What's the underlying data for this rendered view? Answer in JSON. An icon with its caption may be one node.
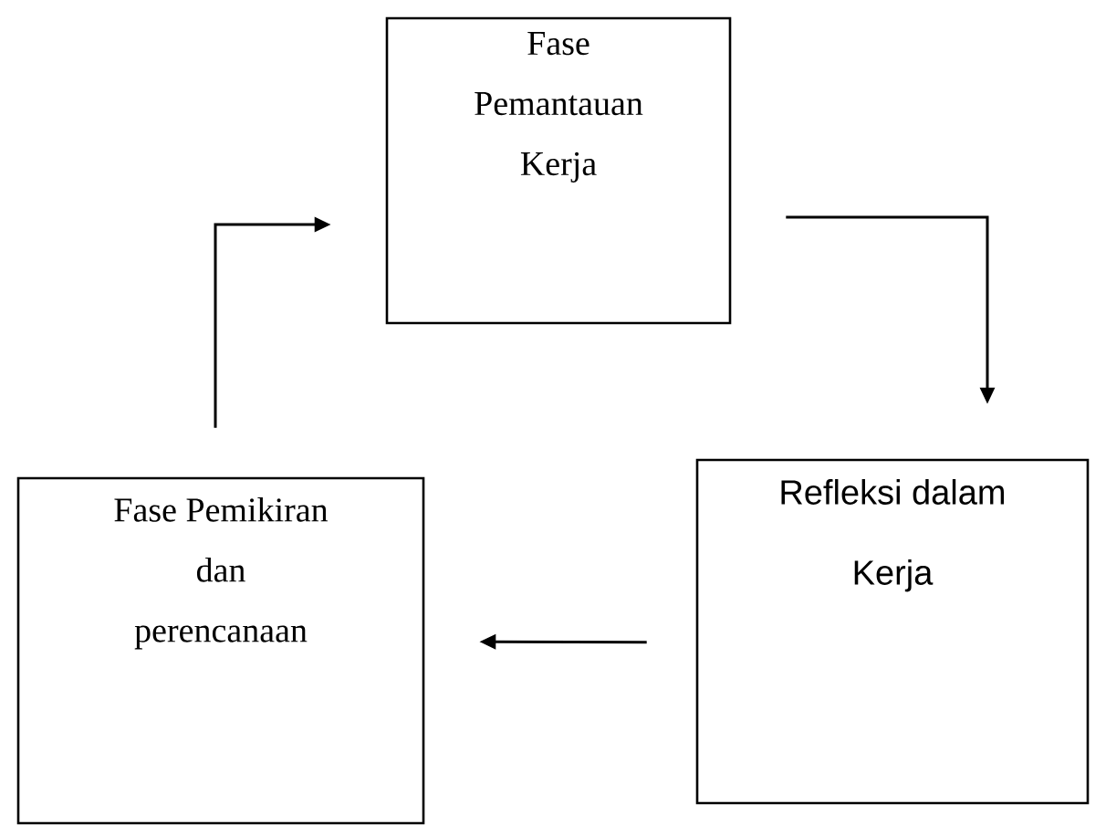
{
  "diagram": {
    "nodes": [
      {
        "text": [
          "Fase Pemantauan Kerja"
        ]
      },
      {
        "text": [
          "Fase Pemikiran dan perencanaan"
        ]
      },
      {
        "text": [
          "Refleksi dalam Kerja"
        ]
      }
    ],
    "edges": [
      {
        "from": 1,
        "to": 0,
        "arrow": "to"
      },
      {
        "from": 0,
        "to": 2,
        "arrow": "to"
      },
      {
        "from": 2,
        "to": 1,
        "arrow": "to"
      }
    ]
  }
}
